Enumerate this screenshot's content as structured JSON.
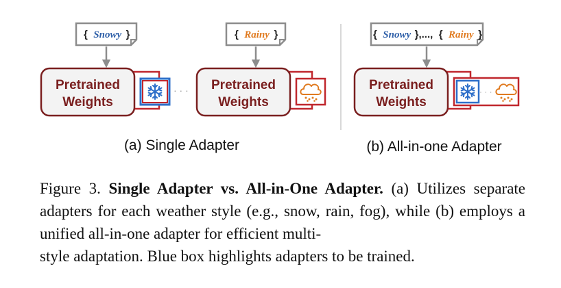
{
  "figure": {
    "panel_a": {
      "block1_line1": "Pretrained",
      "block1_line2": "Weights",
      "block2_line1": "Pretrained",
      "block2_line2": "Weights",
      "tag1_open": "{",
      "tag1_word": "Snowy",
      "tag1_close": "}",
      "tag2_open": "{",
      "tag2_word": "Rainy",
      "tag2_close": "}",
      "adapter1_icon": "snowflake-icon",
      "adapter2_icon": "rain-cloud-icon",
      "ellipsis": "· · ·",
      "subcaption": "(a) Single Adapter"
    },
    "panel_b": {
      "block_line1": "Pretrained",
      "block_line2": "Weights",
      "tag_open1": "{",
      "tag_word1": "Snowy",
      "tag_mid": "},...,",
      "tag_open2": "{",
      "tag_word2": "Rainy",
      "tag_close2": "}",
      "adapter_icons": [
        "snowflake-icon",
        "rain-cloud-icon"
      ],
      "ellipsis": "· · ·",
      "subcaption": "(b) All-in-one Adapter"
    },
    "colors": {
      "block_border": "#7a1f1f",
      "block_fill": "#f3f3f3",
      "adapter_border": "#c0272d",
      "highlight_blue": "#2e6fc9",
      "snowy_text": "#2e5fa8",
      "rainy_text": "#e07a1f",
      "tag_border": "#8c8c8c",
      "arrow": "#8c8c8c"
    }
  },
  "caption": {
    "label": "Figure 3.",
    "title": "Single Adapter vs. All-in-One Adapter.",
    "body_1": "(a) Utilizes separate adapters for each weather style (e.g., snow, rain, fog), while (b) employs a unified all-in-one adapter for efficient multi-",
    "body_2": "style adaptation. Blue box highlights adapters to be trained."
  }
}
